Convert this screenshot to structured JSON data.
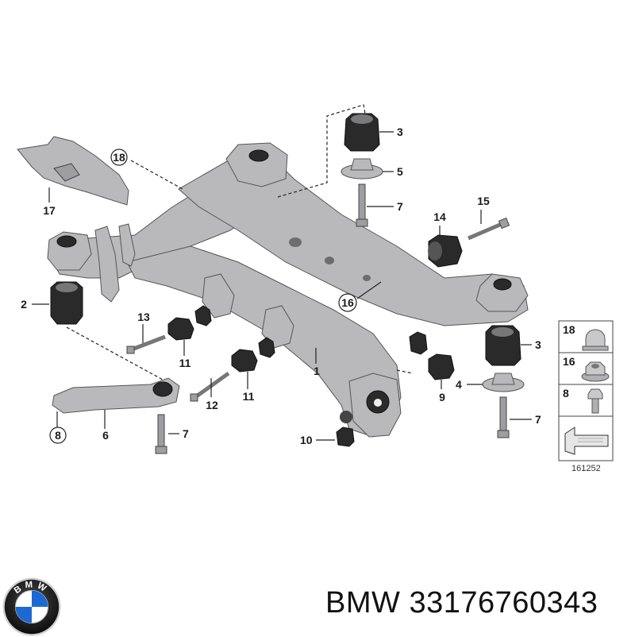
{
  "diagram": {
    "callouts": {
      "c1": "1",
      "c2": "2",
      "c3a": "3",
      "c3b": "3",
      "c4": "4",
      "c5": "5",
      "c6": "6",
      "c7a": "7",
      "c7b": "7",
      "c7c": "7",
      "c8": "8",
      "c9": "9",
      "c10": "10",
      "c11a": "11",
      "c11b": "11",
      "c12": "12",
      "c13": "13",
      "c14": "14",
      "c15": "15",
      "c16": "16",
      "c17": "17",
      "c18": "18"
    },
    "legend": {
      "items": [
        "18",
        "16",
        "8"
      ],
      "code": "161252"
    }
  },
  "footer": {
    "brand": "BMW",
    "part_number": "33176760343",
    "logo_letters": "BMW"
  },
  "colors": {
    "metal": "#b9b9bc",
    "rubber": "#2a2a2a",
    "logo_blue": "#1c69d4"
  }
}
